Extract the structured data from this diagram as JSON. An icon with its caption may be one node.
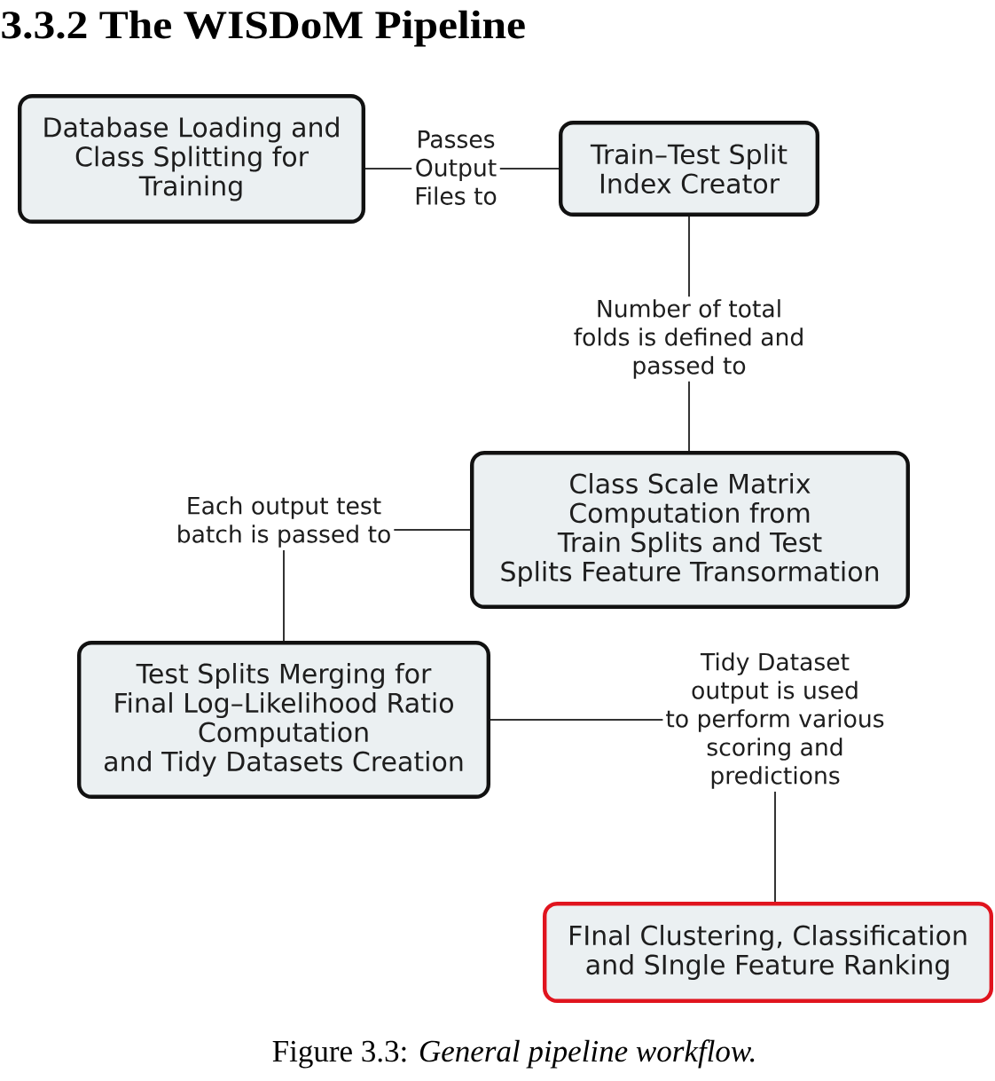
{
  "diagram": {
    "title": "3.3.2 The WISDoM Pipeline",
    "caption": "Figure 3.3: *General pipeline workflow.*",
    "nodes": [
      {
        "text": [
          "Database Loading and Class Splitting for Training"
        ]
      },
      {
        "text": [
          "Train–Test Split Index Creator"
        ]
      },
      {
        "text": [
          "Class Scale Matrix Computation from Train Splits and Test Splits Feature Transormation"
        ]
      },
      {
        "text": [
          "Test Splits Merging for Final Log–Likelihood Ratio Computation and Tidy Datasets Creation"
        ]
      },
      {
        "text": [
          "FInal Clustering, Classification and SIngle Feature Ranking"
        ]
      }
    ],
    "edges": [
      {
        "from": 0,
        "to": 1,
        "arrow": "none",
        "label": "Passes Output Files to"
      },
      {
        "from": 1,
        "to": 2,
        "arrow": "none",
        "label": "Number of total folds is defined and passed to"
      },
      {
        "from": 2,
        "to": 3,
        "arrow": "none",
        "label": "Each output test batch is passed to"
      },
      {
        "from": 3,
        "to": 4,
        "arrow": "none",
        "label": "Tidy Dataset output is used to perform various scoring and predictions"
      }
    ]
  }
}
